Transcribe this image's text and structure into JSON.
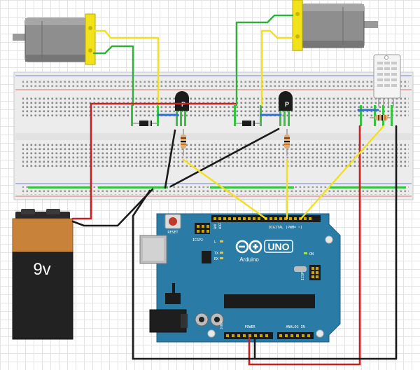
{
  "battery": {
    "label": "9v",
    "color_top": "#c9823a",
    "color_body": "#222222"
  },
  "motors": [
    {
      "name": "motor-left"
    },
    {
      "name": "motor-right"
    }
  ],
  "transistor": {
    "mark": "P"
  },
  "arduino": {
    "logo_text": "UNO",
    "brand": "Arduino",
    "reset_label": "RESET",
    "icsp2_label": "ICSP2",
    "icsp_label": "ICSP",
    "led_l": "L",
    "led_tx": "TX",
    "led_rx": "RX",
    "on_label": "ON",
    "digital_label": "DIGITAL (PWM= ~)",
    "power_label": "POWER",
    "analog_label": "ANALOG IN",
    "ioref_label": "IOREF",
    "gnd_label": "GND",
    "aref_label": "AREF",
    "board_color": "#2a7ca6"
  },
  "colors": {
    "wire_red": "#c82020",
    "wire_black": "#1a1a1a",
    "wire_yellow": "#f2e01e",
    "wire_green": "#2fb03a",
    "wire_blue": "#2f6fd6",
    "breadboard": "#e9e9e9",
    "rail_red": "#d94a4a",
    "rail_blue": "#4a63d9"
  }
}
